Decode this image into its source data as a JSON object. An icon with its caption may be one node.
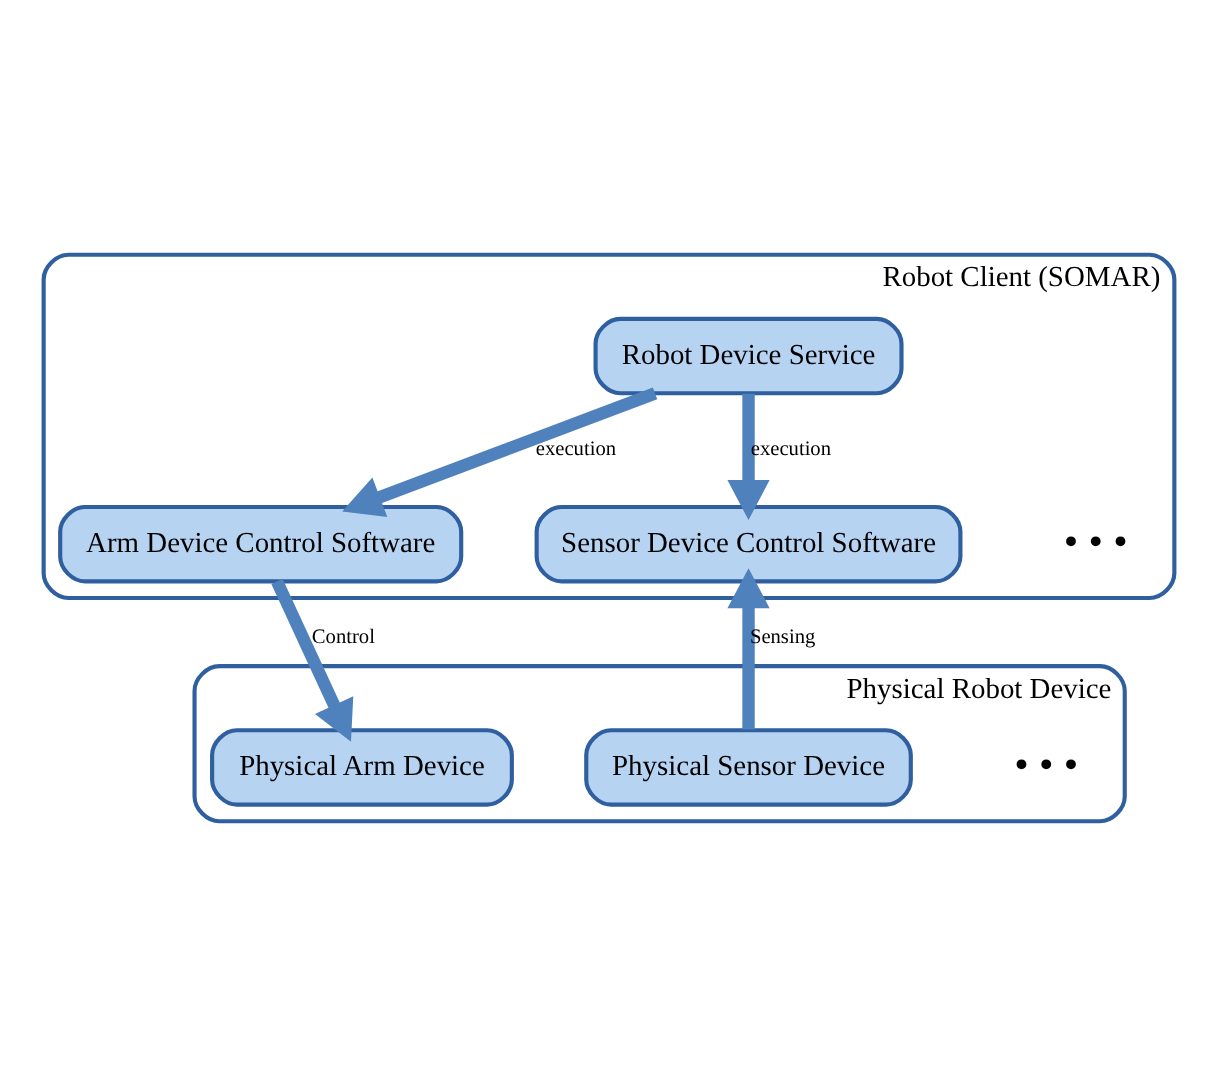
{
  "diagram": {
    "nodes": [
      {
        "text": [
          "Robot Client (SOMAR)"
        ]
      },
      {
        "text": [
          "Robot Device Service"
        ],
        "in": 0
      },
      {
        "text": [
          "Arm Device Control Software"
        ],
        "in": 0
      },
      {
        "text": [
          "Sensor Device Control Software"
        ],
        "in": 0
      },
      {
        "text": [
          "Physical Robot Device"
        ]
      },
      {
        "text": [
          "Physical Arm Device"
        ],
        "in": 4
      },
      {
        "text": [
          "Physical Sensor Device"
        ],
        "in": 4
      }
    ],
    "edges": [
      {
        "from": 1,
        "to": 2,
        "arrow": "to",
        "label": "execution"
      },
      {
        "from": 1,
        "to": 3,
        "arrow": "to",
        "label": "execution"
      },
      {
        "from": 2,
        "to": 5,
        "arrow": "to",
        "label": "Control"
      },
      {
        "from": 6,
        "to": 3,
        "arrow": "to",
        "label": "Sensing"
      }
    ],
    "labels": [
      "• • •",
      "• • •"
    ]
  }
}
